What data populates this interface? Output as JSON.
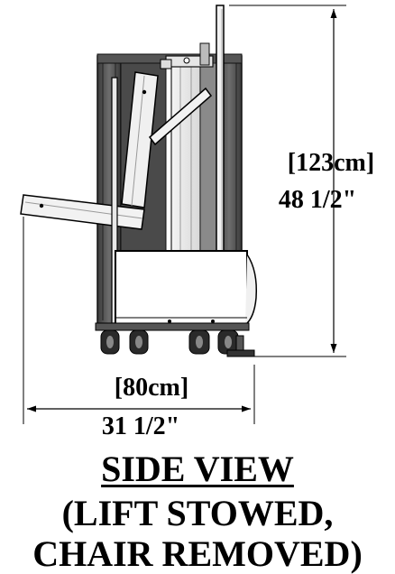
{
  "dimensions": {
    "height_metric": "[123cm]",
    "height_imperial": "48 1/2\"",
    "width_metric": "[80cm]",
    "width_imperial": "31 1/2\""
  },
  "caption": {
    "title": "SIDE VIEW",
    "line2": "(LIFT STOWED,",
    "line3": "CHAIR REMOVED)"
  }
}
